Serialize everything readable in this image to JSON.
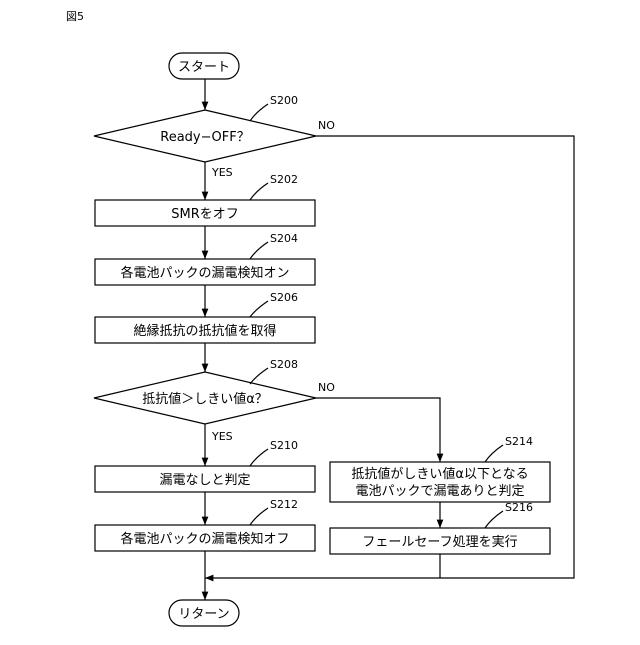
{
  "figure_label": "図5",
  "nodes": {
    "start": "スタート",
    "s200_q": "Ready−OFF？",
    "s202": "SMRをオフ",
    "s204": "各電池パックの漏電検知オン",
    "s206": "絶縁抵抗の抵抗値を取得",
    "s208_q": "抵抗値＞しきい値α？",
    "s210": "漏電なしと判定",
    "s212": "各電池パックの漏電検知オフ",
    "s214_line1": "抵抗値がしきい値α以下となる",
    "s214_line2": "電池パックで漏電ありと判定",
    "s216": "フェールセーフ処理を実行",
    "end": "リターン"
  },
  "steps": {
    "s200": "S200",
    "s202": "S202",
    "s204": "S204",
    "s206": "S206",
    "s208": "S208",
    "s210": "S210",
    "s212": "S212",
    "s214": "S214",
    "s216": "S216"
  },
  "branches": {
    "s200_yes": "YES",
    "s200_no": "NO",
    "s208_yes": "YES",
    "s208_no": "NO"
  }
}
